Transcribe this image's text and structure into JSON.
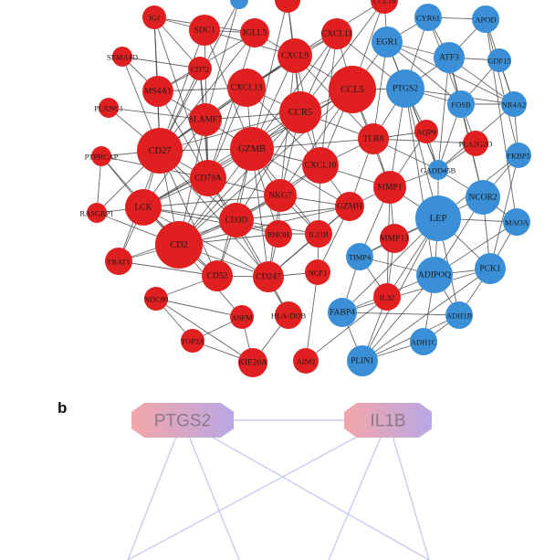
{
  "panel_b_label": "b",
  "colors": {
    "red": "#e02020",
    "blue": "#3b8fd6",
    "edge": "#333333",
    "edge_b": "#c8cdf0"
  },
  "network_a": {
    "nodes": [
      {
        "id": "IGJ",
        "label": "IGJ",
        "group": "red"
      },
      {
        "id": "SDC1",
        "label": "SDC1",
        "group": "red"
      },
      {
        "id": "IGLL5",
        "label": "IGLL5",
        "group": "red"
      },
      {
        "id": "CXCL11",
        "label": "CXCL11",
        "group": "red"
      },
      {
        "id": "CCL18",
        "label": "CCL18",
        "group": "red"
      },
      {
        "id": "TOP1",
        "label": "",
        "group": "red"
      },
      {
        "id": "TOPB",
        "label": "",
        "group": "blue"
      },
      {
        "id": "SEMA4D",
        "label": "SEMA4D",
        "group": "red"
      },
      {
        "id": "CD72",
        "label": "CD72",
        "group": "red"
      },
      {
        "id": "CXCL9",
        "label": "CXCL9",
        "group": "red"
      },
      {
        "id": "MS4A1",
        "label": "MS4A1",
        "group": "red"
      },
      {
        "id": "CXCL13",
        "label": "CXCL13",
        "group": "red"
      },
      {
        "id": "CCL5",
        "label": "CCL5",
        "group": "red"
      },
      {
        "id": "PLXNC1",
        "label": "PLXNC1",
        "group": "red"
      },
      {
        "id": "SLAMF7",
        "label": "SLAMF7",
        "group": "red"
      },
      {
        "id": "CCR5",
        "label": "CCR5",
        "group": "red"
      },
      {
        "id": "CD27",
        "label": "CD27",
        "group": "red"
      },
      {
        "id": "GZMB",
        "label": "GZMB",
        "group": "red"
      },
      {
        "id": "TLR8",
        "label": "TLR8",
        "group": "red"
      },
      {
        "id": "PTPRCAP",
        "label": "PTPRCAP",
        "group": "red"
      },
      {
        "id": "CD79A",
        "label": "CD79A",
        "group": "red"
      },
      {
        "id": "CXCL10",
        "label": "CXCL10",
        "group": "red"
      },
      {
        "id": "AQP9",
        "label": "AQP9",
        "group": "red"
      },
      {
        "id": "PLA2G2D",
        "label": "PLA2G2D",
        "group": "red"
      },
      {
        "id": "RASGRP1",
        "label": "RASGRP1",
        "group": "red"
      },
      {
        "id": "LCK",
        "label": "LCK",
        "group": "red"
      },
      {
        "id": "NKG7",
        "label": "NKG7",
        "group": "red"
      },
      {
        "id": "MMP1",
        "label": "MMP1",
        "group": "red"
      },
      {
        "id": "GZMH",
        "label": "GZMH",
        "group": "red"
      },
      {
        "id": "CD3D",
        "label": "CD3D",
        "group": "red"
      },
      {
        "id": "CD2",
        "label": "CD2",
        "group": "red"
      },
      {
        "id": "RHOH",
        "label": "RHOH",
        "group": "red"
      },
      {
        "id": "IL21R",
        "label": "IL21R",
        "group": "red"
      },
      {
        "id": "MMP13",
        "label": "MMP13",
        "group": "red"
      },
      {
        "id": "TRAT1",
        "label": "TRAT1",
        "group": "red"
      },
      {
        "id": "CD52",
        "label": "CD52",
        "group": "red"
      },
      {
        "id": "CD247",
        "label": "CD247",
        "group": "red"
      },
      {
        "id": "NCF1",
        "label": "NCF1",
        "group": "red"
      },
      {
        "id": "NDC80",
        "label": "NDC80",
        "group": "red"
      },
      {
        "id": "ASPM",
        "label": "ASPM",
        "group": "red"
      },
      {
        "id": "HLA-DOB",
        "label": "HLA-DOB",
        "group": "red"
      },
      {
        "id": "IL32",
        "label": "IL32",
        "group": "red"
      },
      {
        "id": "TOP2A",
        "label": "TOP2A",
        "group": "red"
      },
      {
        "id": "KIF20A",
        "label": "KIF20A",
        "group": "red"
      },
      {
        "id": "AIM2",
        "label": "AIM2",
        "group": "red"
      },
      {
        "id": "CYR61",
        "label": "CYR61",
        "group": "blue"
      },
      {
        "id": "APOD",
        "label": "APOD",
        "group": "blue"
      },
      {
        "id": "EGR1",
        "label": "EGR1",
        "group": "blue"
      },
      {
        "id": "ATF3",
        "label": "ATF3",
        "group": "blue"
      },
      {
        "id": "GDF15",
        "label": "GDF15",
        "group": "blue"
      },
      {
        "id": "PTGS2",
        "label": "PTGS2",
        "group": "blue"
      },
      {
        "id": "FOSB",
        "label": "FOSB",
        "group": "blue"
      },
      {
        "id": "NR4A2",
        "label": "NR4A2",
        "group": "blue"
      },
      {
        "id": "FKBP5",
        "label": "FKBP5",
        "group": "blue"
      },
      {
        "id": "GADD45B",
        "label": "GADD45B",
        "group": "blue"
      },
      {
        "id": "NCOR2",
        "label": "NCOR2",
        "group": "blue"
      },
      {
        "id": "LEP",
        "label": "LEP",
        "group": "blue"
      },
      {
        "id": "MAOA",
        "label": "MAOA",
        "group": "blue"
      },
      {
        "id": "TIMP4",
        "label": "TIMP4",
        "group": "blue"
      },
      {
        "id": "ADIPOQ",
        "label": "ADIPOQ",
        "group": "blue"
      },
      {
        "id": "PCK1",
        "label": "PCK1",
        "group": "blue"
      },
      {
        "id": "FABP4",
        "label": "FABP4",
        "group": "blue"
      },
      {
        "id": "ADH1B",
        "label": "ADH1B",
        "group": "blue"
      },
      {
        "id": "ADH1C",
        "label": "ADH1C",
        "group": "blue"
      },
      {
        "id": "PLIN1",
        "label": "PLIN1",
        "group": "blue"
      }
    ],
    "edges": [
      [
        "IGJ",
        "SDC1"
      ],
      [
        "IGJ",
        "MS4A1"
      ],
      [
        "IGJ",
        "CD27"
      ],
      [
        "IGJ",
        "CD79A"
      ],
      [
        "IGJ",
        "IGLL5"
      ],
      [
        "IGJ",
        "CD72"
      ],
      [
        "SDC1",
        "IGLL5"
      ],
      [
        "SDC1",
        "CD27"
      ],
      [
        "SDC1",
        "CXCL9"
      ],
      [
        "SDC1",
        "GZMB"
      ],
      [
        "SDC1",
        "CD79A"
      ],
      [
        "IGLL5",
        "CD79A"
      ],
      [
        "IGLL5",
        "CD27"
      ],
      [
        "IGLL5",
        "MS4A1"
      ],
      [
        "IGLL5",
        "CXCL9"
      ],
      [
        "CXCL11",
        "CXCL9"
      ],
      [
        "CXCL11",
        "CXCL10"
      ],
      [
        "CXCL11",
        "CCR5"
      ],
      [
        "CXCL11",
        "CCL5"
      ],
      [
        "CXCL11",
        "CXCL13"
      ],
      [
        "CXCL11",
        "PTGS2"
      ],
      [
        "CXCL11",
        "GZMB"
      ],
      [
        "CCL18",
        "CCL5"
      ],
      [
        "CCL18",
        "CCR5"
      ],
      [
        "CCL18",
        "CXCL9"
      ],
      [
        "CCL18",
        "EGR1"
      ],
      [
        "TOP1",
        "CXCL9"
      ],
      [
        "TOP1",
        "GZMB"
      ],
      [
        "TOP1",
        "CCR5"
      ],
      [
        "TOPB",
        "CD27"
      ],
      [
        "TOPB",
        "SLAMF7"
      ],
      [
        "SEMA4D",
        "CD27"
      ],
      [
        "SEMA4D",
        "MS4A1"
      ],
      [
        "SEMA4D",
        "CD72"
      ],
      [
        "CD72",
        "MS4A1"
      ],
      [
        "CD72",
        "CD79A"
      ],
      [
        "CD72",
        "CD27"
      ],
      [
        "CD72",
        "SLAMF7"
      ],
      [
        "CXCL9",
        "CXCL10"
      ],
      [
        "CXCL9",
        "CCR5"
      ],
      [
        "CXCL9",
        "CCL5"
      ],
      [
        "CXCL9",
        "GZMB"
      ],
      [
        "CXCL9",
        "CXCL13"
      ],
      [
        "CXCL9",
        "CD27"
      ],
      [
        "CXCL9",
        "SLAMF7"
      ],
      [
        "CXCL9",
        "TLR8"
      ],
      [
        "CXCL9",
        "NKG7"
      ],
      [
        "MS4A1",
        "CD79A"
      ],
      [
        "MS4A1",
        "CD27"
      ],
      [
        "MS4A1",
        "SLAMF7"
      ],
      [
        "MS4A1",
        "CXCL13"
      ],
      [
        "CXCL13",
        "CCR5"
      ],
      [
        "CXCL13",
        "CD79A"
      ],
      [
        "CXCL13",
        "GZMB"
      ],
      [
        "CXCL13",
        "CD27"
      ],
      [
        "CXCL13",
        "CXCL10"
      ],
      [
        "CCL5",
        "CCR5"
      ],
      [
        "CCL5",
        "GZMB"
      ],
      [
        "CCL5",
        "CXCL10"
      ],
      [
        "CCL5",
        "TLR8"
      ],
      [
        "CCL5",
        "NKG7"
      ],
      [
        "CCL5",
        "PTGS2"
      ],
      [
        "CCL5",
        "LCK"
      ],
      [
        "CCL5",
        "CD2"
      ],
      [
        "CCL5",
        "MMP1"
      ],
      [
        "PLXNC1",
        "CD27"
      ],
      [
        "PLXNC1",
        "SLAMF7"
      ],
      [
        "SLAMF7",
        "CD27"
      ],
      [
        "SLAMF7",
        "GZMB"
      ],
      [
        "SLAMF7",
        "CD79A"
      ],
      [
        "SLAMF7",
        "CCR5"
      ],
      [
        "SLAMF7",
        "LCK"
      ],
      [
        "SLAMF7",
        "CD2"
      ],
      [
        "CCR5",
        "GZMB"
      ],
      [
        "CCR5",
        "CXCL10"
      ],
      [
        "CCR5",
        "CD3D"
      ],
      [
        "CCR5",
        "CD2"
      ],
      [
        "CCR5",
        "TLR8"
      ],
      [
        "CCR5",
        "NKG7"
      ],
      [
        "CCR5",
        "CD27"
      ],
      [
        "CCR5",
        "LCK"
      ],
      [
        "CD27",
        "GZMB"
      ],
      [
        "CD27",
        "CD79A"
      ],
      [
        "CD27",
        "LCK"
      ],
      [
        "CD27",
        "CD2"
      ],
      [
        "CD27",
        "CD3D"
      ],
      [
        "CD27",
        "PTPRCAP"
      ],
      [
        "CD27",
        "CD52"
      ],
      [
        "CD27",
        "CD247"
      ],
      [
        "CD27",
        "TRAT1"
      ],
      [
        "CD27",
        "RASGRP1"
      ],
      [
        "GZMB",
        "CD79A"
      ],
      [
        "GZMB",
        "CXCL10"
      ],
      [
        "GZMB",
        "NKG7"
      ],
      [
        "GZMB",
        "CD3D"
      ],
      [
        "GZMB",
        "CD2"
      ],
      [
        "GZMB",
        "LCK"
      ],
      [
        "GZMB",
        "GZMH"
      ],
      [
        "GZMB",
        "CD247"
      ],
      [
        "GZMB",
        "RHOH"
      ],
      [
        "GZMB",
        "TLR8"
      ],
      [
        "GZMB",
        "IL21R"
      ],
      [
        "GZMB",
        "CD52"
      ],
      [
        "TLR8",
        "CXCL10"
      ],
      [
        "TLR8",
        "AQP9"
      ],
      [
        "TLR8",
        "MMP1"
      ],
      [
        "TLR8",
        "GADD45B"
      ],
      [
        "TLR8",
        "PLA2G2D"
      ],
      [
        "TLR8",
        "PTGS2"
      ],
      [
        "TLR8",
        "GZMH"
      ],
      [
        "PTPRCAP",
        "LCK"
      ],
      [
        "PTPRCAP",
        "CD2"
      ],
      [
        "PTPRCAP",
        "CD79A"
      ],
      [
        "PTPRCAP",
        "RASGRP1"
      ],
      [
        "CD79A",
        "LCK"
      ],
      [
        "CD79A",
        "CD2"
      ],
      [
        "CD79A",
        "CD3D"
      ],
      [
        "CD79A",
        "NKG7"
      ],
      [
        "CXCL10",
        "NKG7"
      ],
      [
        "CXCL10",
        "GZMH"
      ],
      [
        "CXCL10",
        "MMP1"
      ],
      [
        "CXCL10",
        "IL21R"
      ],
      [
        "CXCL10",
        "CD3D"
      ],
      [
        "AQP9",
        "PTGS2"
      ],
      [
        "AQP9",
        "MMP1"
      ],
      [
        "AQP9",
        "GADD45B"
      ],
      [
        "PLA2G2D",
        "FOSB"
      ],
      [
        "PLA2G2D",
        "GADD45B"
      ],
      [
        "RASGRP1",
        "LCK"
      ],
      [
        "RASGRP1",
        "CD2"
      ],
      [
        "LCK",
        "CD2"
      ],
      [
        "LCK",
        "CD3D"
      ],
      [
        "LCK",
        "TRAT1"
      ],
      [
        "LCK",
        "CD52"
      ],
      [
        "LCK",
        "CD247"
      ],
      [
        "LCK",
        "NKG7"
      ],
      [
        "LCK",
        "RHOH"
      ],
      [
        "NKG7",
        "CD3D"
      ],
      [
        "NKG7",
        "GZMH"
      ],
      [
        "NKG7",
        "CD2"
      ],
      [
        "NKG7",
        "RHOH"
      ],
      [
        "NKG7",
        "CD247"
      ],
      [
        "NKG7",
        "IL21R"
      ],
      [
        "MMP1",
        "MMP13"
      ],
      [
        "MMP1",
        "LEP"
      ],
      [
        "MMP1",
        "TIMP4"
      ],
      [
        "MMP1",
        "GZMH"
      ],
      [
        "MMP1",
        "IL32"
      ],
      [
        "MMP1",
        "PTGS2"
      ],
      [
        "MMP1",
        "GADD45B"
      ],
      [
        "GZMH",
        "CD3D"
      ],
      [
        "GZMH",
        "CD2"
      ],
      [
        "GZMH",
        "IL21R"
      ],
      [
        "GZMH",
        "NCF1"
      ],
      [
        "GZMH",
        "CD247"
      ],
      [
        "CD3D",
        "CD2"
      ],
      [
        "CD3D",
        "CD52"
      ],
      [
        "CD3D",
        "CD247"
      ],
      [
        "CD3D",
        "RHOH"
      ],
      [
        "CD3D",
        "IL21R"
      ],
      [
        "CD3D",
        "TRAT1"
      ],
      [
        "CD2",
        "TRAT1"
      ],
      [
        "CD2",
        "CD52"
      ],
      [
        "CD2",
        "CD247"
      ],
      [
        "CD2",
        "RHOH"
      ],
      [
        "CD2",
        "ASPM"
      ],
      [
        "RHOH",
        "IL21R"
      ],
      [
        "RHOH",
        "CD247"
      ],
      [
        "IL21R",
        "NCF1"
      ],
      [
        "IL21R",
        "CD247"
      ],
      [
        "MMP13",
        "TIMP4"
      ],
      [
        "MMP13",
        "LEP"
      ],
      [
        "MMP13",
        "IL32"
      ],
      [
        "TRAT1",
        "CD52"
      ],
      [
        "CD52",
        "CD247"
      ],
      [
        "CD52",
        "NDC80"
      ],
      [
        "CD247",
        "NCF1"
      ],
      [
        "NDC80",
        "ASPM"
      ],
      [
        "NDC80",
        "TOP2A"
      ],
      [
        "NDC80",
        "KIF20A"
      ],
      [
        "ASPM",
        "TOP2A"
      ],
      [
        "ASPM",
        "KIF20A"
      ],
      [
        "TOP2A",
        "KIF20A"
      ],
      [
        "HLA-DOB",
        "CD79A"
      ],
      [
        "HLA-DOB",
        "CD247"
      ],
      [
        "HLA-DOB",
        "KIF20A"
      ],
      [
        "AIM2",
        "NCF1"
      ],
      [
        "AIM2",
        "IL32"
      ],
      [
        "IL32",
        "TIMP4"
      ],
      [
        "IL32",
        "PLIN1"
      ],
      [
        "CYR61",
        "EGR1"
      ],
      [
        "CYR61",
        "ATF3"
      ],
      [
        "CYR61",
        "APOD"
      ],
      [
        "CYR61",
        "FOSB"
      ],
      [
        "CYR61",
        "PTGS2"
      ],
      [
        "APOD",
        "ATF3"
      ],
      [
        "APOD",
        "NR4A2"
      ],
      [
        "APOD",
        "FKBP5"
      ],
      [
        "APOD",
        "MAOA"
      ],
      [
        "EGR1",
        "ATF3"
      ],
      [
        "EGR1",
        "PTGS2"
      ],
      [
        "EGR1",
        "FOSB"
      ],
      [
        "EGR1",
        "NR4A2"
      ],
      [
        "EGR1",
        "GADD45B"
      ],
      [
        "EGR1",
        "CCL5"
      ],
      [
        "EGR1",
        "TLR8"
      ],
      [
        "ATF3",
        "PTGS2"
      ],
      [
        "ATF3",
        "FOSB"
      ],
      [
        "ATF3",
        "GDF15"
      ],
      [
        "ATF3",
        "NR4A2"
      ],
      [
        "ATF3",
        "GADD45B"
      ],
      [
        "ATF3",
        "NCOR2"
      ],
      [
        "GDF15",
        "NR4A2"
      ],
      [
        "GDF15",
        "FOSB"
      ],
      [
        "PTGS2",
        "FOSB"
      ],
      [
        "PTGS2",
        "GADD45B"
      ],
      [
        "PTGS2",
        "NR4A2"
      ],
      [
        "PTGS2",
        "LEP"
      ],
      [
        "PTGS2",
        "ADIPOQ"
      ],
      [
        "FOSB",
        "NR4A2"
      ],
      [
        "FOSB",
        "GADD45B"
      ],
      [
        "FOSB",
        "NCOR2"
      ],
      [
        "NR4A2",
        "FKBP5"
      ],
      [
        "NR4A2",
        "GADD45B"
      ],
      [
        "FKBP5",
        "NCOR2"
      ],
      [
        "FKBP5",
        "PCK1"
      ],
      [
        "FKBP5",
        "LEP"
      ],
      [
        "GADD45B",
        "NCOR2"
      ],
      [
        "GADD45B",
        "LEP"
      ],
      [
        "NCOR2",
        "LEP"
      ],
      [
        "NCOR2",
        "ADIPOQ"
      ],
      [
        "NCOR2",
        "PCK1"
      ],
      [
        "NCOR2",
        "MAOA"
      ],
      [
        "LEP",
        "ADIPOQ"
      ],
      [
        "LEP",
        "TIMP4"
      ],
      [
        "LEP",
        "PCK1"
      ],
      [
        "LEP",
        "FABP4"
      ],
      [
        "LEP",
        "PLIN1"
      ],
      [
        "LEP",
        "ADH1B"
      ],
      [
        "LEP",
        "MAOA"
      ],
      [
        "LEP",
        "IL32"
      ],
      [
        "MAOA",
        "PCK1"
      ],
      [
        "MAOA",
        "ADIPOQ"
      ],
      [
        "TIMP4",
        "ADIPOQ"
      ],
      [
        "TIMP4",
        "FABP4"
      ],
      [
        "ADIPOQ",
        "PCK1"
      ],
      [
        "ADIPOQ",
        "FABP4"
      ],
      [
        "ADIPOQ",
        "PLIN1"
      ],
      [
        "ADIPOQ",
        "ADH1B"
      ],
      [
        "ADIPOQ",
        "ADH1C"
      ],
      [
        "PCK1",
        "FABP4"
      ],
      [
        "PCK1",
        "PLIN1"
      ],
      [
        "PCK1",
        "ADH1B"
      ],
      [
        "FABP4",
        "PLIN1"
      ],
      [
        "FABP4",
        "ADH1B"
      ],
      [
        "ADH1B",
        "ADH1C"
      ],
      [
        "ADH1C",
        "PLIN1"
      ],
      [
        "ADH1B",
        "PLIN1"
      ]
    ]
  },
  "network_b": {
    "hubs": [
      {
        "id": "PTGS2",
        "label": "PTGS2"
      },
      {
        "id": "IL1B",
        "label": "IL1B"
      }
    ],
    "edges": [
      [
        "PTGS2",
        "IL1B"
      ],
      [
        "PTGS2",
        "LOW1"
      ],
      [
        "PTGS2",
        "LOW2"
      ],
      [
        "PTGS2",
        "LOW4"
      ],
      [
        "IL1B",
        "LOW1"
      ],
      [
        "IL1B",
        "LOW3"
      ],
      [
        "IL1B",
        "LOW4"
      ]
    ]
  }
}
